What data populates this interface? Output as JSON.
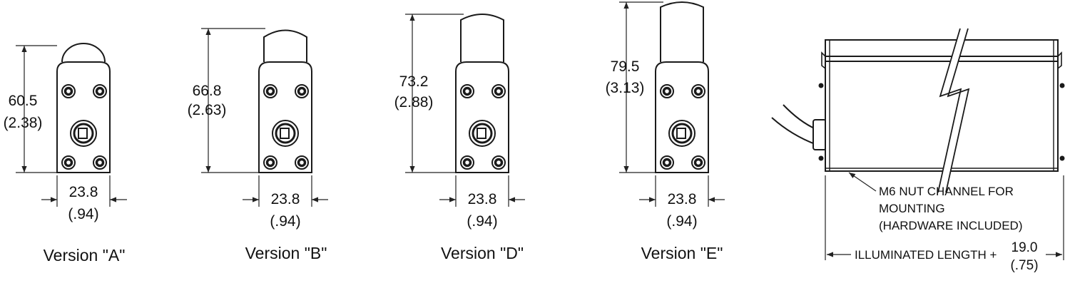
{
  "colors": {
    "stroke": "#1a1a1a",
    "dim_line": "#222222",
    "background": "#ffffff",
    "body_fill": "#ffffff"
  },
  "versions": [
    {
      "label": "Version \"A\"",
      "height_mm": "60.5",
      "height_in": "(2.38)",
      "width_mm": "23.8",
      "width_in": "(.94)"
    },
    {
      "label": "Version \"B\"",
      "height_mm": "66.8",
      "height_in": "(2.63)",
      "width_mm": "23.8",
      "width_in": "(.94)"
    },
    {
      "label": "Version \"D\"",
      "height_mm": "73.2",
      "height_in": "(2.88)",
      "width_mm": "23.8",
      "width_in": "(.94)"
    },
    {
      "label": "Version \"E\"",
      "height_mm": "79.5",
      "height_in": "(3.13)",
      "width_mm": "23.8",
      "width_in": "(.94)"
    }
  ],
  "side_view": {
    "callout_lines": [
      "M6 NUT CHANNEL FOR",
      "MOUNTING",
      "(HARDWARE INCLUDED)"
    ],
    "length_label": "ILLUMINATED LENGTH +",
    "length_mm": "19.0",
    "length_in": "(.75)"
  }
}
